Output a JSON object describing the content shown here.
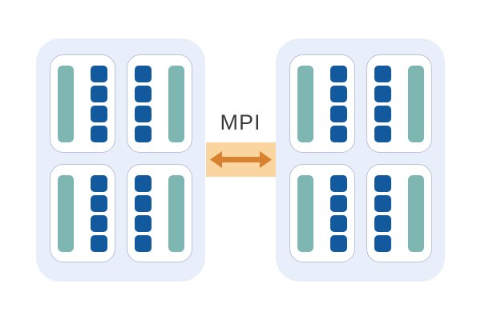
{
  "connector": {
    "label": "MPI",
    "icon": "double-arrow-icon"
  },
  "nodes": [
    {
      "id": "node-left",
      "sockets": [
        {
          "bar_side": "left"
        },
        {
          "bar_side": "right"
        },
        {
          "bar_side": "left"
        },
        {
          "bar_side": "right"
        }
      ]
    },
    {
      "id": "node-right",
      "sockets": [
        {
          "bar_side": "left"
        },
        {
          "bar_side": "right"
        },
        {
          "bar_side": "left"
        },
        {
          "bar_side": "right"
        }
      ]
    }
  ],
  "socket": {
    "cores_per_socket": 4
  },
  "colors": {
    "page_bg": "#FFFFFF",
    "node_bg": "#E8EFFA",
    "socket_border": "#B9C2D8",
    "bar_teal": "#7EB6B2",
    "core_blue": "#12599E",
    "arrow_bg": "#FAD5A0",
    "arrow_orange": "#D8822F",
    "label_color": "#3C3C3C"
  }
}
